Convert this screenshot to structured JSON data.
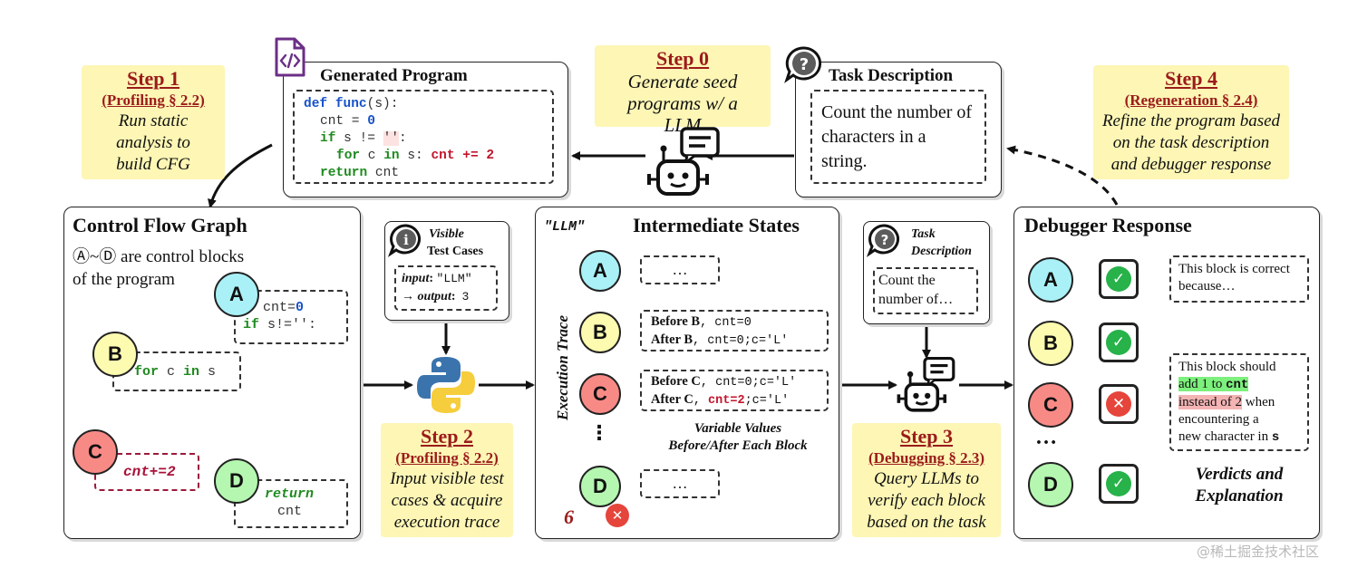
{
  "steps": {
    "s0": {
      "title": "Step 0",
      "desc": "Generate seed programs  w/ a LLM"
    },
    "s1": {
      "title": "Step 1",
      "sub": "(Profiling § 2.2)",
      "desc": "Run static analysis to build CFG"
    },
    "s2": {
      "title": "Step 2",
      "sub": "(Profiling § 2.2)",
      "desc": "Input visible test cases & acquire execution trace"
    },
    "s3": {
      "title": "Step 3",
      "sub": "(Debugging § 2.3)",
      "desc": "Query LLMs to verify each block based on the task"
    },
    "s4": {
      "title": "Step 4",
      "sub": "(Regeneration § 2.4)",
      "desc": "Refine the program based on the task description and debugger response"
    }
  },
  "generated_program": {
    "title": "Generated Program",
    "code": {
      "l1_def": "def",
      "l1_func": "func",
      "l1_rest": "(s):",
      "l2_a": "cnt = ",
      "l2_b": "0",
      "l3_if": "if",
      "l3_rest": " s != ",
      "l3_str": "''",
      ":": ":",
      "l4_for": "for",
      "l4_mid": " c ",
      "l4_in": "in",
      "l4_s": " s: ",
      "l4_red": "cnt += 2",
      "l5_ret": "return",
      "l5_rest": " cnt"
    }
  },
  "task_description": {
    "title": "Task Description",
    "text": "Count the number of characters in a string."
  },
  "cfg": {
    "title": "Control Flow Graph",
    "subtitle_a": "Ⓐ~Ⓓ are control blocks",
    "subtitle_b": "of the program",
    "blocks": {
      "a1": "cnt=",
      "a1n": "0",
      "a2kw": "if",
      "a2": " s!='':",
      "b_for": "for",
      "b_c": " c ",
      "b_in": "in",
      "b_s": " s",
      "c": "cnt+=2",
      "d_ret": "return",
      "d": "cnt"
    },
    "nodes": {
      "A": "A",
      "B": "B",
      "C": "C",
      "D": "D"
    }
  },
  "visible_tests": {
    "title_a": "Visible",
    "title_b": "Test Cases",
    "input_label": "input",
    "input_val": "\"LLM\"",
    "output_label": "→ output",
    "output_val": "3"
  },
  "intermediate": {
    "title": "Intermediate States",
    "input": "\"LLM\"",
    "axis": "Execution Trace",
    "nodes": {
      "A": "A",
      "B": "B",
      "C": "C",
      "D": "D"
    },
    "a_box": "…",
    "b_l1_bold": "Before B",
    "b_l1": ", cnt=0",
    "b_l2_bold": "After B",
    "b_l2": ", cnt=0;c='L'",
    "c_l1_bold": "Before C",
    "c_l1": ", cnt=0;c='L'",
    "c_l2_bold": "After C",
    "c_l2_red": "cnt=2",
    "c_l2": ";c='L'",
    "dots": "⋮",
    "d_box": "…",
    "result": "6",
    "caption_a": "Variable Values",
    "caption_b": "Before/After Each Block"
  },
  "task_small": {
    "title_a": "Task",
    "title_b": "Description",
    "text": "Count the number of…"
  },
  "debugger": {
    "title": "Debugger Response",
    "nodes": {
      "A": "A",
      "B": "B",
      "C": "C",
      "D": "D"
    },
    "dots": "…",
    "a_text": "This block is correct because…",
    "c_l1": "This block should",
    "c_l2a": "add 1 to ",
    "c_l2b": "cnt",
    "c_l3a": "instead of 2",
    "c_l3b": " when",
    "c_l4": "encountering a",
    "c_l5a": "new character in ",
    "c_l5b": "s",
    "caption_a": "Verdicts and",
    "caption_b": "Explanation"
  },
  "watermark": "@稀土掘金技术社区",
  "colors": {
    "step_red": "#9b1b1b",
    "note_bg": "#fdf6b5",
    "node_a": "#aaf1f7",
    "node_b": "#fdfbb0",
    "node_c": "#f88a86",
    "node_d": "#b5f7b0"
  },
  "icons": [
    "file-code-icon",
    "question-bubble-icon",
    "robot-icon",
    "info-bubble-icon",
    "python-logo-icon",
    "check-icon",
    "cross-icon"
  ]
}
